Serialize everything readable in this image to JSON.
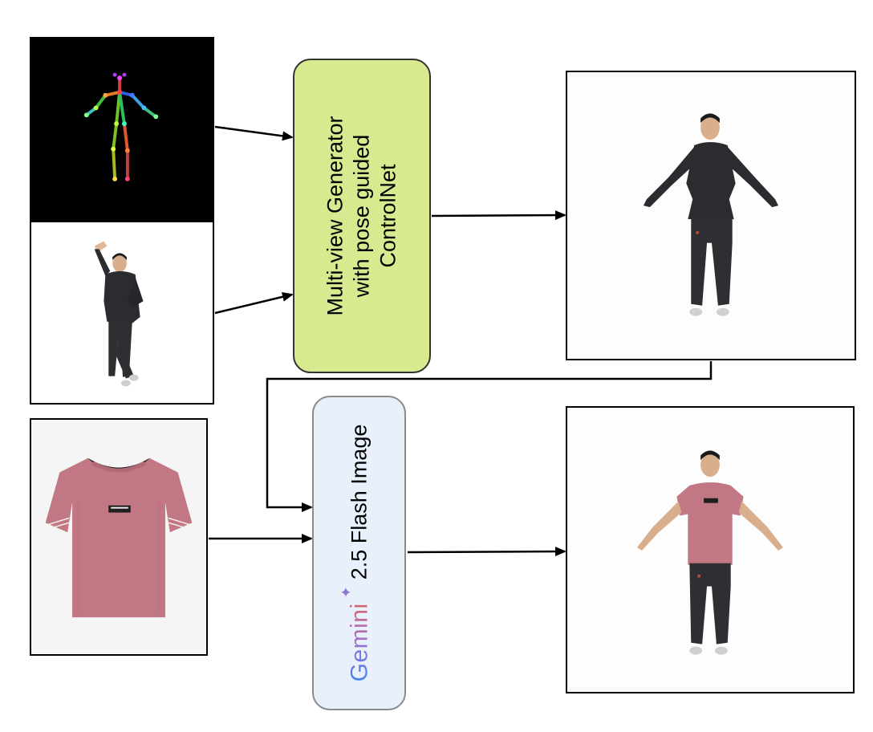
{
  "generator": {
    "title_lines": [
      "Multi-view Generator",
      "with pose guided",
      "ControlNet"
    ],
    "fill": "#d8ea90"
  },
  "gemini": {
    "brand": "Gemini",
    "model": "2.5 Flash Image",
    "fill": "#e8f0fb",
    "brand_gradient": [
      "#4285f4",
      "#9b72cb",
      "#d96570"
    ]
  },
  "panels": {
    "pose_skeleton": "pose-skeleton-image",
    "source_person": "source-person-image",
    "garment": "pink-tshirt-image",
    "tpose_output": "tpose-output-image",
    "tryon_output": "tryon-output-image"
  },
  "colors": {
    "shirt": "#c27784",
    "jacket": "#2b2c30",
    "arrow": "#000000"
  }
}
